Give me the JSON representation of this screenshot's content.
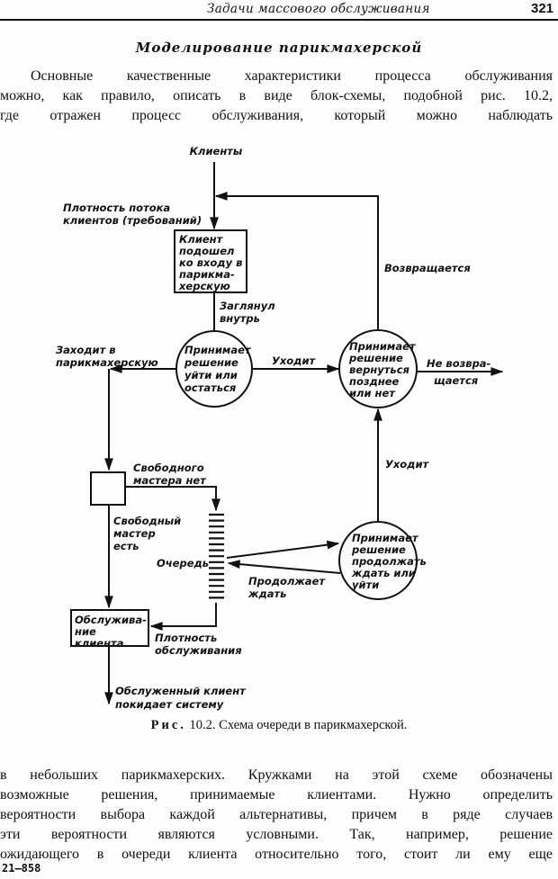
{
  "header": {
    "running_title": "Задачи массового обслуживания",
    "page_number": "321"
  },
  "section_title": "Моделирование парикмахерской",
  "paragraph_1": [
    "Основные качественные характеристики процесса обслуживания",
    "можно, как правило, описать в виде блок-схемы, подобной рис. 10.2,",
    "где отражен процесс обслуживания, который можно наблюдать"
  ],
  "figure": {
    "caption_prefix": "Рис.",
    "caption_text": "10.2. Схема очереди в парикмахерской.",
    "labels": {
      "clients": "Клиенты",
      "flow_density": [
        "Плотность потока",
        "клиентов (требований)"
      ],
      "arrival_box": [
        "Клиент",
        "подошел",
        "ко входу в",
        "парикма-",
        "херскую"
      ],
      "looked_in": [
        "Заглянул",
        "внутрь"
      ],
      "decision_stay": [
        "Принимает",
        "решение",
        "уйти или",
        "остаться"
      ],
      "enters": [
        "Заходит в",
        "парикмахерскую"
      ],
      "leaves_1": "Уходит",
      "decision_return": [
        "Принимает",
        "решение",
        "вернуться",
        "позднее",
        "или нет"
      ],
      "returns": "Возвращается",
      "not_return": [
        "Не возвра-",
        "щается"
      ],
      "no_free_master": [
        "Свободного",
        "мастера нет"
      ],
      "free_master": [
        "Свободный",
        "мастер",
        "есть"
      ],
      "queue": "Очередь",
      "leaves_2": "Уходит",
      "decision_wait": [
        "Принимает",
        "решение",
        "продолжать",
        "ждать или",
        "уйти"
      ],
      "keeps_waiting": [
        "Продолжает",
        "ждать"
      ],
      "service_box": [
        "Обслужива-",
        "ние",
        "клиента"
      ],
      "service_density": [
        "Плотность",
        "обслуживания"
      ],
      "served_leaves": [
        "Обслуженный клиент",
        "покидает систему"
      ]
    }
  },
  "paragraph_2": [
    "в небольших парикмахерских. Кружками на этой схеме обозначены",
    "возможные решения, принимаемые клиентами. Нужно определить",
    "вероятности выбора каждой альтернативы, причем в ряде случаев",
    "эти вероятности являются условными. Так, например, решение",
    "ожидающего в очереди клиента относительно того, стоит ли ему еще"
  ],
  "signature_mark": "21—858"
}
